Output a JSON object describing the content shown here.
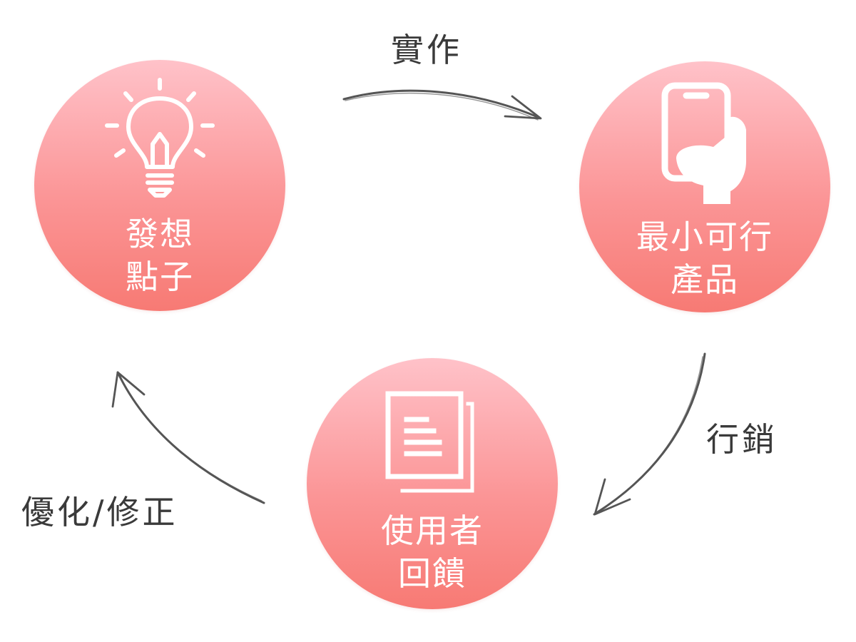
{
  "nodes": {
    "idea": {
      "line1": "發想",
      "line2": "點子",
      "icon": "lightbulb-icon"
    },
    "mvp": {
      "line1": "最小可行",
      "line2": "產品",
      "icon": "phone-in-hand-icon"
    },
    "feedback": {
      "line1": "使用者",
      "line2": "回饋",
      "icon": "documents-icon"
    }
  },
  "edges": {
    "build": "實作",
    "market": "行銷",
    "optimize": "優化/修正"
  },
  "colors": {
    "circle_top": "#ffc2c9",
    "circle_bottom": "#f77a74",
    "node_text": "#ffffff",
    "arrow": "#555555",
    "edge_text": "#3a3a3a"
  }
}
